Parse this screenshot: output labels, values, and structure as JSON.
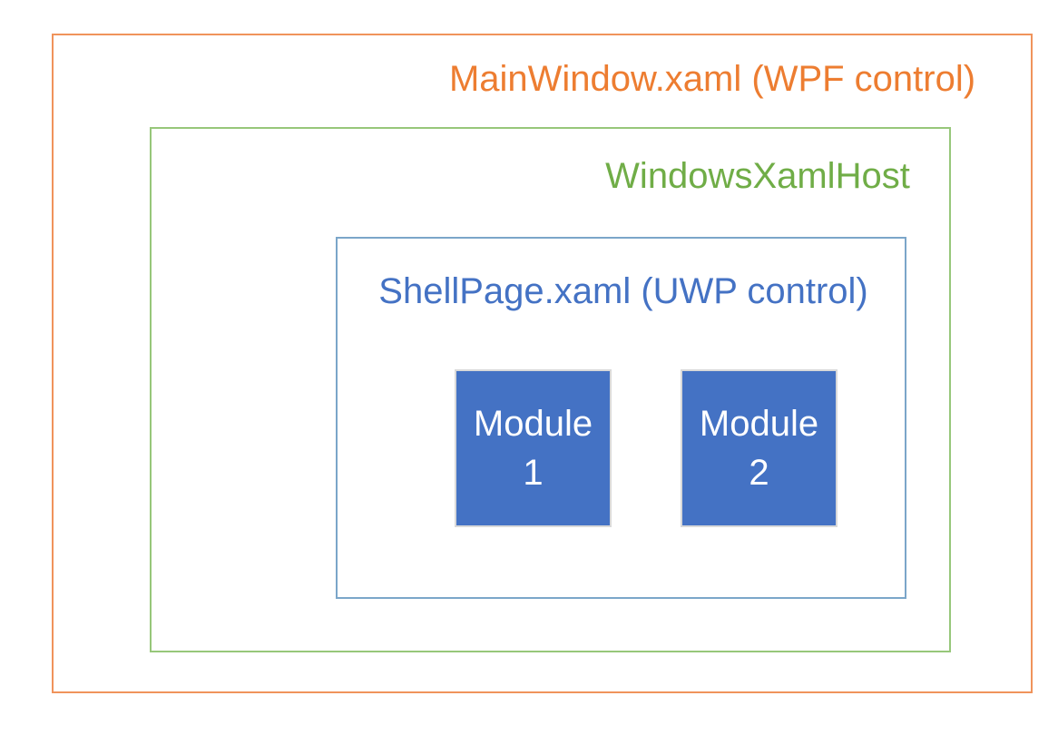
{
  "diagram": {
    "background_color": "#FFFFFF",
    "outer_box": {
      "label": "MainWindow.xaml (WPF control)",
      "text_color": "#ED7D31",
      "border_color": "#F0935B"
    },
    "host_box": {
      "label": "WindowsXamlHost",
      "text_color": "#70AD47",
      "border_color": "#97C77A"
    },
    "shell_box": {
      "label": "ShellPage.xaml (UWP control)",
      "text_color": "#4472C4",
      "border_color": "#7BA6C9"
    },
    "modules": [
      {
        "line1": "Module",
        "line2": "1",
        "fill_color": "#4472C4",
        "border_color": "#D9D9D9",
        "text_color": "#FFFFFF"
      },
      {
        "line1": "Module",
        "line2": "2",
        "fill_color": "#4472C4",
        "border_color": "#D9D9D9",
        "text_color": "#FFFFFF"
      }
    ]
  }
}
